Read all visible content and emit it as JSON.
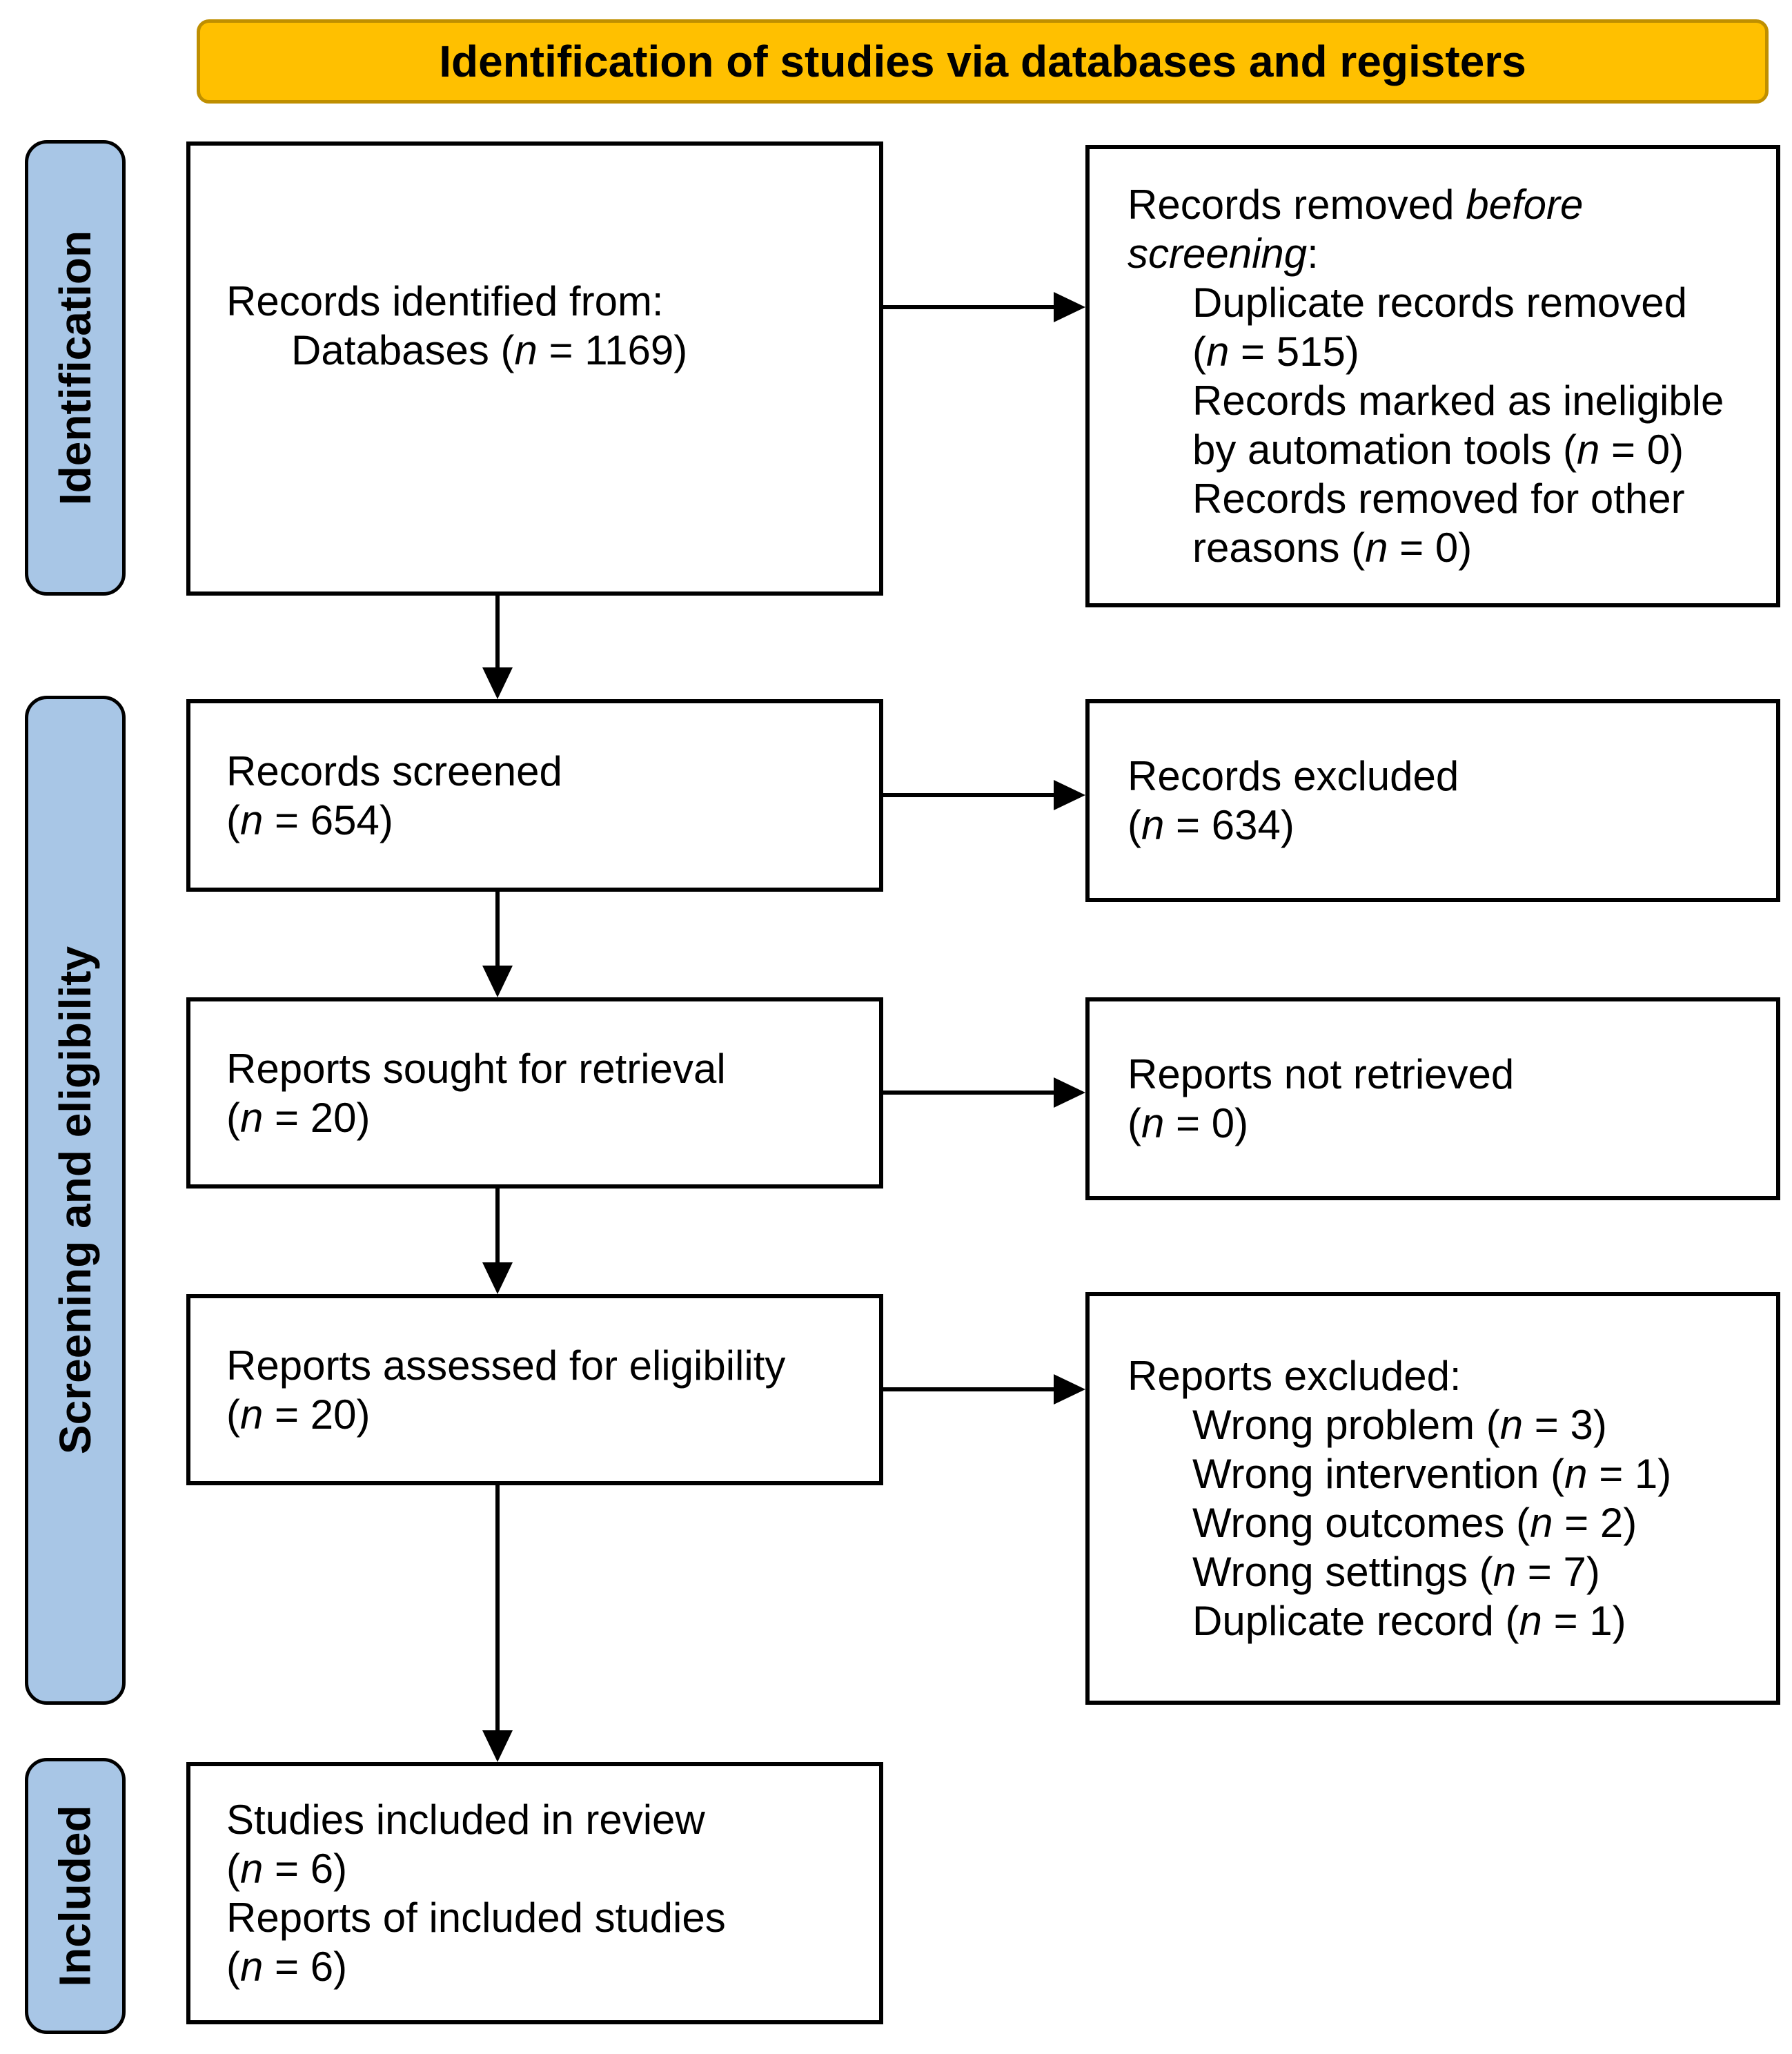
{
  "title_banner": {
    "label": "Identification of studies via databases and registers"
  },
  "stages": [
    {
      "label": "Identification"
    },
    {
      "label": "Screening and eligibility"
    },
    {
      "label": "Included"
    }
  ],
  "colors": {
    "banner_bg": "#FFC000",
    "banner_border": "#BF8F00",
    "stage_label_bg": "#A8C6E6",
    "box_border": "#000000",
    "arrow": "#000000"
  },
  "boxes": {
    "records_identified": {
      "lines": [
        {
          "indent": 0,
          "segments": [
            {
              "text": "Records identified from:"
            }
          ]
        },
        {
          "indent": 1,
          "segments": [
            {
              "text": "Databases ("
            },
            {
              "text": "n",
              "italic": true
            },
            {
              "text": " = 1169)"
            }
          ]
        }
      ]
    },
    "records_removed": {
      "lines": [
        {
          "indent": 0,
          "segments": [
            {
              "text": "Records removed "
            },
            {
              "text": "before",
              "italic": true
            }
          ]
        },
        {
          "indent": 0,
          "segments": [
            {
              "text": "screening",
              "italic": true
            },
            {
              "text": ":"
            }
          ]
        },
        {
          "indent": 1,
          "segments": [
            {
              "text": "Duplicate records removed"
            }
          ]
        },
        {
          "indent": 1,
          "segments": [
            {
              "text": "("
            },
            {
              "text": "n",
              "italic": true
            },
            {
              "text": " = 515)"
            }
          ]
        },
        {
          "indent": 1,
          "segments": [
            {
              "text": "Records marked as ineligible"
            }
          ]
        },
        {
          "indent": 1,
          "segments": [
            {
              "text": "by automation tools ("
            },
            {
              "text": "n",
              "italic": true
            },
            {
              "text": " = 0)"
            }
          ]
        },
        {
          "indent": 1,
          "segments": [
            {
              "text": "Records removed for other"
            }
          ]
        },
        {
          "indent": 1,
          "segments": [
            {
              "text": "reasons ("
            },
            {
              "text": "n",
              "italic": true
            },
            {
              "text": " = 0)"
            }
          ]
        }
      ]
    },
    "records_screened": {
      "lines": [
        {
          "indent": 0,
          "segments": [
            {
              "text": "Records screened"
            }
          ]
        },
        {
          "indent": 0,
          "segments": [
            {
              "text": "("
            },
            {
              "text": "n",
              "italic": true
            },
            {
              "text": " = 654)"
            }
          ]
        }
      ]
    },
    "records_excluded": {
      "lines": [
        {
          "indent": 0,
          "segments": [
            {
              "text": "Records excluded"
            }
          ]
        },
        {
          "indent": 0,
          "segments": [
            {
              "text": "("
            },
            {
              "text": "n",
              "italic": true
            },
            {
              "text": " = 634)"
            }
          ]
        }
      ]
    },
    "reports_sought": {
      "lines": [
        {
          "indent": 0,
          "segments": [
            {
              "text": "Reports sought for retrieval"
            }
          ]
        },
        {
          "indent": 0,
          "segments": [
            {
              "text": "("
            },
            {
              "text": "n",
              "italic": true
            },
            {
              "text": " = 20)"
            }
          ]
        }
      ]
    },
    "reports_not_retrieved": {
      "lines": [
        {
          "indent": 0,
          "segments": [
            {
              "text": "Reports not retrieved"
            }
          ]
        },
        {
          "indent": 0,
          "segments": [
            {
              "text": "("
            },
            {
              "text": "n",
              "italic": true
            },
            {
              "text": " = 0)"
            }
          ]
        }
      ]
    },
    "reports_assessed": {
      "lines": [
        {
          "indent": 0,
          "segments": [
            {
              "text": "Reports assessed for eligibility"
            }
          ]
        },
        {
          "indent": 0,
          "segments": [
            {
              "text": "("
            },
            {
              "text": "n",
              "italic": true
            },
            {
              "text": " = 20)"
            }
          ]
        }
      ]
    },
    "reports_excluded": {
      "lines": [
        {
          "indent": 0,
          "segments": [
            {
              "text": "Reports excluded:"
            }
          ]
        },
        {
          "indent": 1,
          "segments": [
            {
              "text": "Wrong problem ("
            },
            {
              "text": "n",
              "italic": true
            },
            {
              "text": " = 3)"
            }
          ]
        },
        {
          "indent": 1,
          "segments": [
            {
              "text": "Wrong intervention ("
            },
            {
              "text": "n",
              "italic": true
            },
            {
              "text": " = 1)"
            }
          ]
        },
        {
          "indent": 1,
          "segments": [
            {
              "text": "Wrong outcomes ("
            },
            {
              "text": "n",
              "italic": true
            },
            {
              "text": " = 2)"
            }
          ]
        },
        {
          "indent": 1,
          "segments": [
            {
              "text": "Wrong settings ("
            },
            {
              "text": "n",
              "italic": true
            },
            {
              "text": " = 7)"
            }
          ]
        },
        {
          "indent": 1,
          "segments": [
            {
              "text": "Duplicate record ("
            },
            {
              "text": "n",
              "italic": true
            },
            {
              "text": " = 1)"
            }
          ]
        }
      ]
    },
    "studies_included": {
      "lines": [
        {
          "indent": 0,
          "segments": [
            {
              "text": "Studies included in review"
            }
          ]
        },
        {
          "indent": 0,
          "segments": [
            {
              "text": "("
            },
            {
              "text": "n",
              "italic": true
            },
            {
              "text": " = 6)"
            }
          ]
        },
        {
          "indent": 0,
          "segments": [
            {
              "text": "Reports of included studies"
            }
          ]
        },
        {
          "indent": 0,
          "segments": [
            {
              "text": "("
            },
            {
              "text": "n",
              "italic": true
            },
            {
              "text": " = 6)"
            }
          ]
        }
      ]
    }
  }
}
